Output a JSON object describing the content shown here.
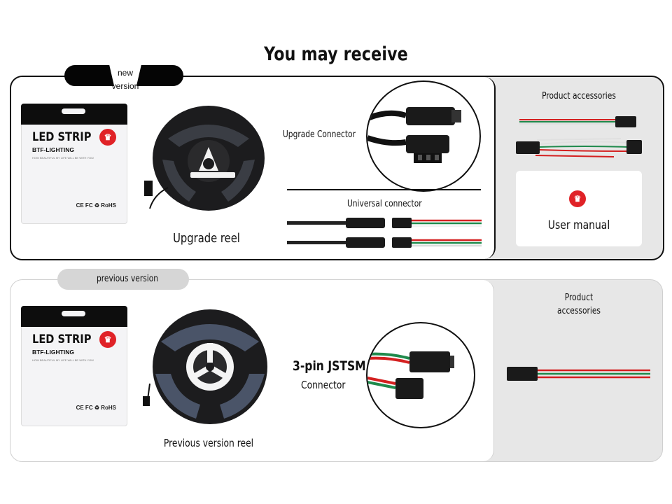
{
  "page_title": "You may receive",
  "new_section": {
    "badge_line1": "new",
    "badge_line2": "version",
    "package": {
      "title": "LED STRIP",
      "brand": "BTF-LIGHTING",
      "tagline": "HOW BEAUTIFUL MY LIFE WILL BE WITH YOU!",
      "certifications": "CE FC ♻ RoHS"
    },
    "reel_caption": "Upgrade reel",
    "upgrade_connector_label": "Upgrade Connector",
    "universal_connector_label": "Universal connector",
    "accessories_title": "Product accessories",
    "user_manual_label": "User manual"
  },
  "previous_section": {
    "badge_label": "previous version",
    "package": {
      "title": "LED STRIP",
      "brand": "BTF-LIGHTING",
      "tagline": "HOW BEAUTIFUL MY LIFE WILL BE WITH YOU!",
      "certifications": "CE FC ♻ RoHS"
    },
    "reel_caption": "Previous version reel",
    "connector_label_line1": "3-pin JSTSM",
    "connector_label_line2": "Connector",
    "accessories_title_line1": "Product",
    "accessories_title_line2": "accessories"
  },
  "colors": {
    "brand_red": "#e02227",
    "wire_red": "#d42020",
    "wire_green": "#1f8a4c",
    "panel_gray": "#e7e7e7",
    "dark": "#111111"
  },
  "icons": [
    "brand-logo-icon",
    "led-reel-image",
    "connector-image",
    "wire-accessory-image"
  ]
}
